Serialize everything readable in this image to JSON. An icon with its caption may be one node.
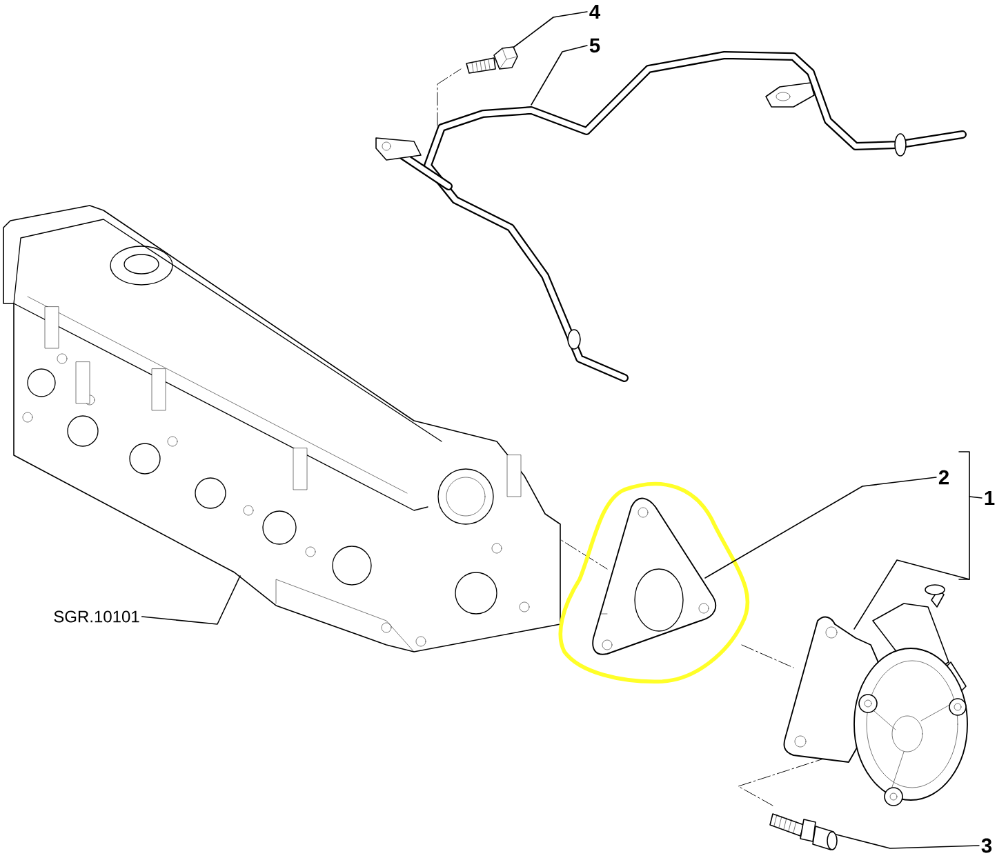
{
  "diagram": {
    "nodes": [
      {
        "text": [
          "4"
        ]
      },
      {
        "text": [],
        "shape": "picture"
      },
      {
        "text": [
          "5"
        ]
      },
      {
        "text": [],
        "shape": "picture"
      },
      {
        "text": [],
        "shape": "picture"
      },
      {
        "text": [
          "SGR.10101"
        ]
      },
      {
        "text": [
          "2"
        ]
      },
      {
        "text": [],
        "shape": "picture"
      },
      {
        "text": [
          "1"
        ]
      },
      {
        "text": [],
        "shape": "picture"
      },
      {
        "text": [
          "3"
        ]
      },
      {
        "text": [],
        "shape": "picture"
      }
    ],
    "edges": [
      {
        "from": 0,
        "to": 1,
        "arrow": "none"
      },
      {
        "from": 2,
        "to": 3,
        "arrow": "none"
      },
      {
        "from": 5,
        "to": 4,
        "arrow": "none"
      },
      {
        "from": 6,
        "to": 7,
        "arrow": "none"
      },
      {
        "from": 8,
        "to": 9,
        "arrow": "none"
      },
      {
        "from": 10,
        "to": 11,
        "arrow": "none"
      }
    ]
  }
}
